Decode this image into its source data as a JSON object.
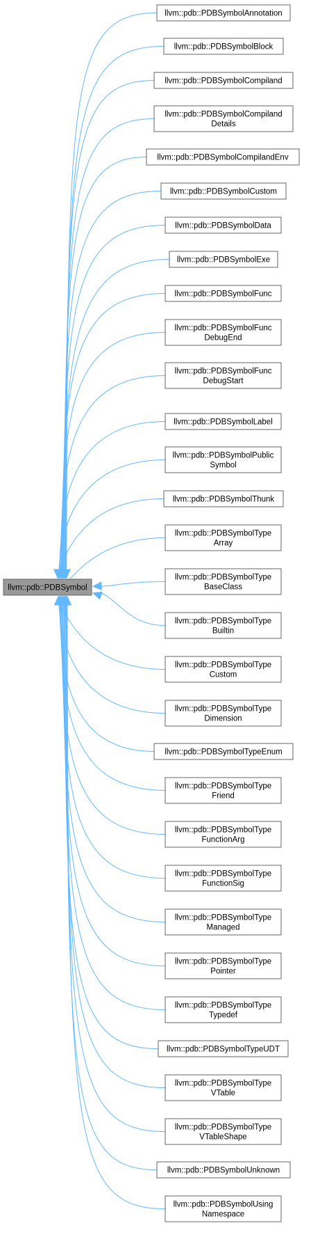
{
  "root": {
    "label": [
      "llvm::pdb::PDBSymbol"
    ],
    "fill": "#999999",
    "border": "#666666"
  },
  "children": [
    {
      "label": [
        "llvm::pdb::PDBSymbolAnnotation"
      ]
    },
    {
      "label": [
        "llvm::pdb::PDBSymbolBlock"
      ]
    },
    {
      "label": [
        "llvm::pdb::PDBSymbolCompiland"
      ]
    },
    {
      "label": [
        "llvm::pdb::PDBSymbolCompiland",
        "Details"
      ]
    },
    {
      "label": [
        "llvm::pdb::PDBSymbolCompilandEnv"
      ]
    },
    {
      "label": [
        "llvm::pdb::PDBSymbolCustom"
      ]
    },
    {
      "label": [
        "llvm::pdb::PDBSymbolData"
      ]
    },
    {
      "label": [
        "llvm::pdb::PDBSymbolExe"
      ]
    },
    {
      "label": [
        "llvm::pdb::PDBSymbolFunc"
      ]
    },
    {
      "label": [
        "llvm::pdb::PDBSymbolFunc",
        "DebugEnd"
      ]
    },
    {
      "label": [
        "llvm::pdb::PDBSymbolFunc",
        "DebugStart"
      ]
    },
    {
      "label": [
        "llvm::pdb::PDBSymbolLabel"
      ]
    },
    {
      "label": [
        "llvm::pdb::PDBSymbolPublic",
        "Symbol"
      ]
    },
    {
      "label": [
        "llvm::pdb::PDBSymbolThunk"
      ]
    },
    {
      "label": [
        "llvm::pdb::PDBSymbolType",
        "Array"
      ]
    },
    {
      "label": [
        "llvm::pdb::PDBSymbolType",
        "BaseClass"
      ]
    },
    {
      "label": [
        "llvm::pdb::PDBSymbolType",
        "Builtin"
      ]
    },
    {
      "label": [
        "llvm::pdb::PDBSymbolType",
        "Custom"
      ]
    },
    {
      "label": [
        "llvm::pdb::PDBSymbolType",
        "Dimension"
      ]
    },
    {
      "label": [
        "llvm::pdb::PDBSymbolTypeEnum"
      ]
    },
    {
      "label": [
        "llvm::pdb::PDBSymbolType",
        "Friend"
      ]
    },
    {
      "label": [
        "llvm::pdb::PDBSymbolType",
        "FunctionArg"
      ]
    },
    {
      "label": [
        "llvm::pdb::PDBSymbolType",
        "FunctionSig"
      ]
    },
    {
      "label": [
        "llvm::pdb::PDBSymbolType",
        "Managed"
      ]
    },
    {
      "label": [
        "llvm::pdb::PDBSymbolType",
        "Pointer"
      ]
    },
    {
      "label": [
        "llvm::pdb::PDBSymbolType",
        "Typedef"
      ]
    },
    {
      "label": [
        "llvm::pdb::PDBSymbolTypeUDT"
      ]
    },
    {
      "label": [
        "llvm::pdb::PDBSymbolType",
        "VTable"
      ]
    },
    {
      "label": [
        "llvm::pdb::PDBSymbolType",
        "VTableShape"
      ]
    },
    {
      "label": [
        "llvm::pdb::PDBSymbolUnknown"
      ]
    },
    {
      "label": [
        "llvm::pdb::PDBSymbolUsing",
        "Namespace"
      ]
    }
  ],
  "colors": {
    "edge": "#63b8ff",
    "node_border": "#666666",
    "node_fill": "#ffffff",
    "text": "#000000"
  }
}
